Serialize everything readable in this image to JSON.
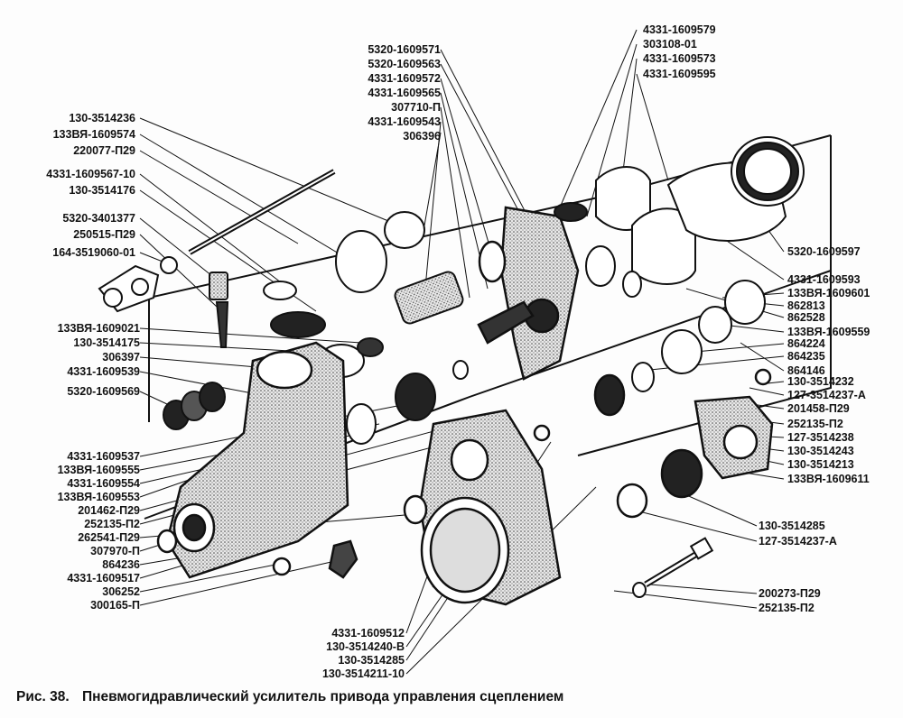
{
  "figure": {
    "number": "Рис. 38.",
    "caption": "Пневмогидравлический усилитель привода управления  сцеплением"
  },
  "part_labels": {
    "top_center": [
      "5320-1609571",
      "5320-1609563",
      "4331-1609572",
      "4331-1609565",
      "307710-П",
      "4331-1609543",
      "306396"
    ],
    "top_right": [
      "4331-1609579",
      "303108-01",
      "4331-1609573",
      "4331-1609595"
    ],
    "left_upper": [
      "130-3514236",
      "133ВЯ-1609574",
      "220077-П29",
      "4331-1609567-10",
      "130-3514176",
      "5320-3401377",
      "250515-П29",
      "164-3519060-01"
    ],
    "left_middle": [
      "133ВЯ-1609021",
      "130-3514175",
      "306397",
      "4331-1609539",
      "5320-1609569"
    ],
    "left_lower": [
      "4331-1609537",
      "133ВЯ-1609555",
      "4331-1609554",
      "133ВЯ-1609553",
      "201462-П29",
      "252135-П2",
      "262541-П29",
      "307970-П",
      "864236",
      "4331-1609517",
      "306252",
      "300165-П"
    ],
    "right_column": [
      "5320-1609597",
      "4331-1609593",
      "133ВЯ-1609601",
      "862813",
      "862528",
      "133ВЯ-1609559",
      "864224",
      "864235",
      "864146",
      "130-3514232",
      "127-3514237-А",
      "201458-П29",
      "252135-П2",
      "127-3514238",
      "130-3514243",
      "130-3514213",
      "133ВЯ-1609611"
    ],
    "right_lower": [
      "130-3514285",
      "127-3514237-А",
      "200273-П29",
      "252135-П2"
    ],
    "bottom_center": [
      "4331-1609512",
      "130-3514240-В",
      "130-3514285",
      "130-3514211-10"
    ]
  }
}
